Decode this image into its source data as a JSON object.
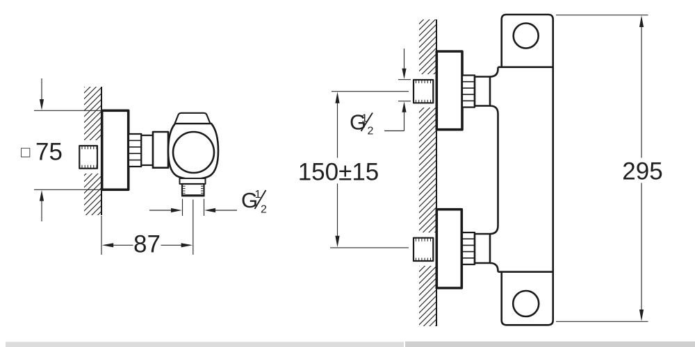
{
  "drawing_type": "technical installation drawing, thermostatic shower mixer, two views",
  "views": {
    "side_view": {
      "square_width_symbol": "□",
      "square_width_value": "75",
      "wall_to_outlet_value": "87",
      "outlet_thread": {
        "prefix": "G",
        "numerator": "1",
        "denominator": "2"
      }
    },
    "front_view": {
      "inlet_thread": {
        "prefix": "G",
        "numerator": "1",
        "denominator": "2"
      },
      "inlet_spacing_value": "150±15",
      "overall_height_value": "295"
    }
  },
  "icons": {
    "square_symbol": "square-outline",
    "hatch_pattern": "diagonal-wall-hatch",
    "arrowheads": "filled-triangle"
  },
  "colors": {
    "line": "#1a1a1a",
    "dimension": "#2b2b2b",
    "text": "#1f1f1f",
    "footer_bar_left": "#dcdcdc",
    "footer_bar_right": "#cfcfcf",
    "background": "#ffffff"
  }
}
